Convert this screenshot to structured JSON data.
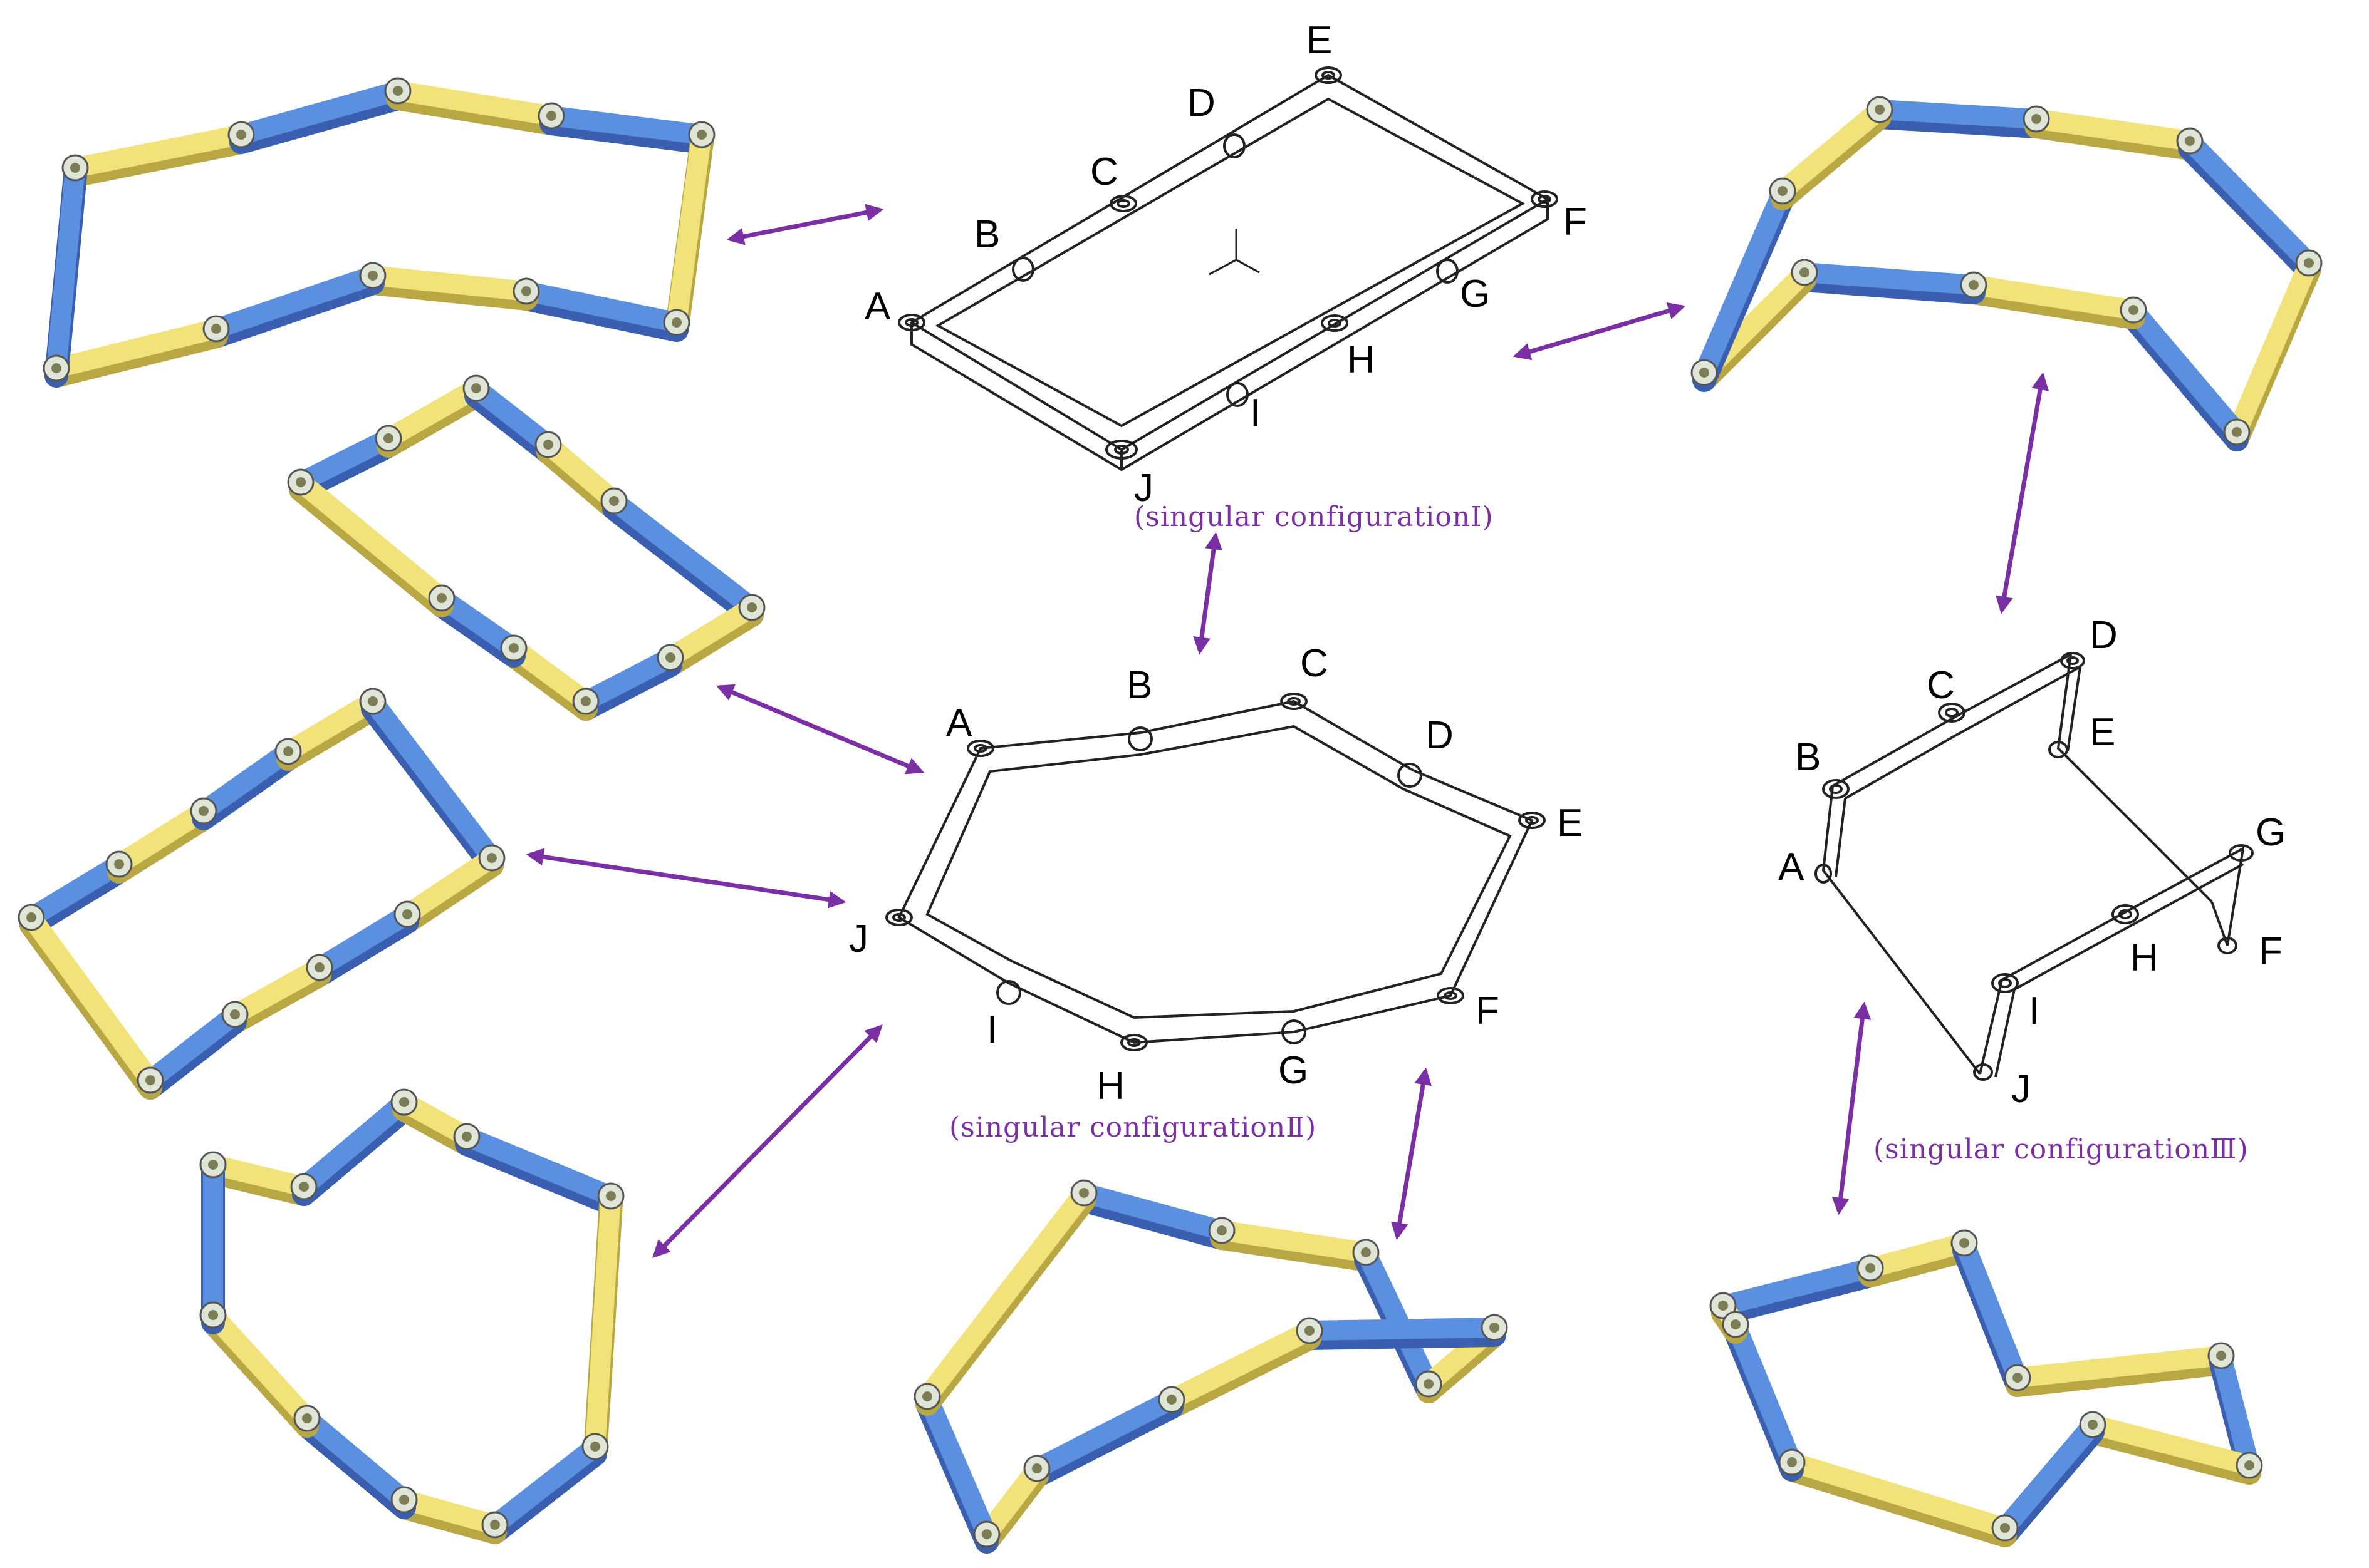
{
  "captions": {
    "config1": "(singular configurationⅠ)",
    "config2": "(singular configurationⅡ)",
    "config3": "(singular configurationⅢ)"
  },
  "joint_labels": {
    "config1": [
      "A",
      "B",
      "C",
      "D",
      "E",
      "F",
      "G",
      "H",
      "I",
      "J"
    ],
    "config2": [
      "A",
      "B",
      "C",
      "D",
      "E",
      "F",
      "G",
      "H",
      "I",
      "J"
    ],
    "config3": [
      "A",
      "B",
      "C",
      "D",
      "E",
      "F",
      "G",
      "H",
      "I",
      "J"
    ]
  },
  "colors": {
    "arrow": "#7a2fa5",
    "link_blue": "#5b8fe0",
    "link_yellow": "#f2e27a",
    "wire": "#222222"
  },
  "icons": {
    "arrow": "double-headed-arrow",
    "linkage": "ten-bar-linkage-model"
  }
}
